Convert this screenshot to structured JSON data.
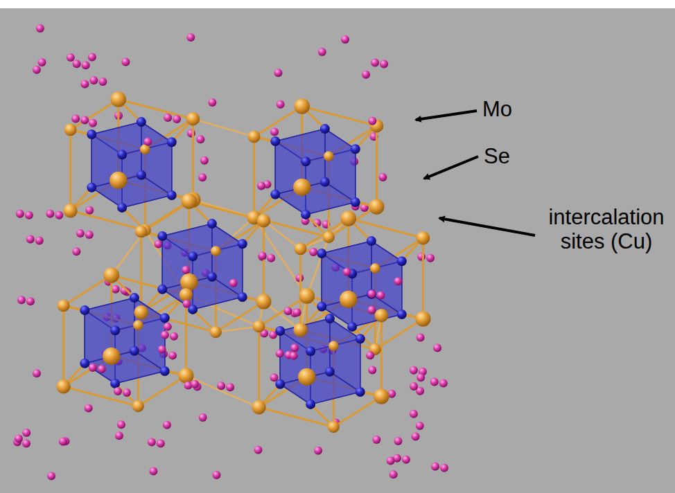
{
  "diagram": {
    "labels": [
      "Mo",
      "Se",
      "intercalation sites (Cu)"
    ]
  }
}
